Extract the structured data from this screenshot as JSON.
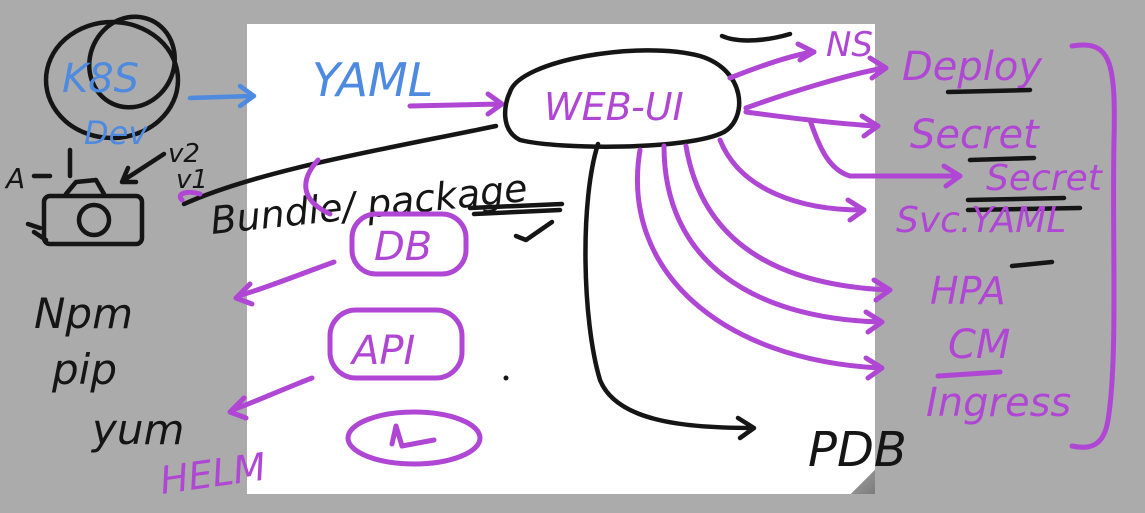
{
  "labels": {
    "k8s": "K8S",
    "dev": "Dev",
    "yaml": "YAML",
    "web_ui": "WEB-UI",
    "ns": "NS",
    "deploy": "Deploy",
    "secret": "Secret",
    "secret2": "Secret",
    "svc_yaml": "Svc.YAML",
    "hpa": "HPA",
    "cm": "CM",
    "ingress": "Ingress",
    "pdb": "PDB",
    "bundle_package": "Bundle/ package",
    "db": "DB",
    "api": "API",
    "npm": "Npm",
    "pip": "pip",
    "yum": "yum",
    "helm": "HELM",
    "camera_a": "A",
    "v1": "v1",
    "v2": "v2"
  },
  "colors": {
    "purple": "#b046d4",
    "blue": "#4d8ae0",
    "black": "#151515",
    "background": "#ababab",
    "paper": "#ffffff"
  }
}
